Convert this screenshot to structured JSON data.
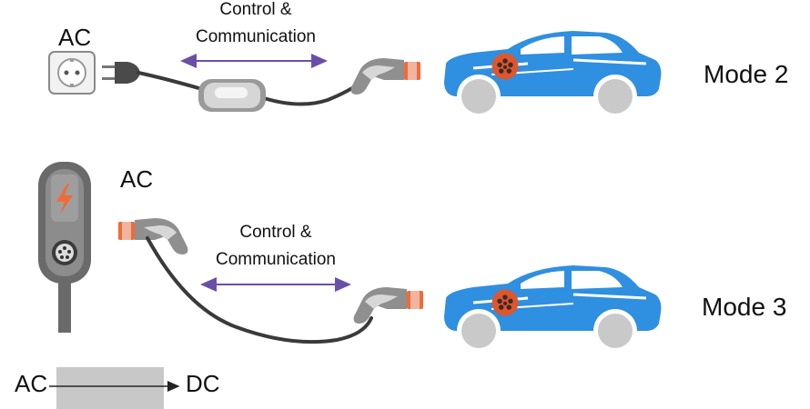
{
  "mode2": {
    "source_label": "AC",
    "link_label_line1": "Control &",
    "link_label_line2": "Communication",
    "mode_label": "Mode 2"
  },
  "mode3": {
    "source_label": "AC",
    "link_label_line1": "Control &",
    "link_label_line2": "Communication",
    "mode_label": "Mode 3"
  },
  "converter": {
    "input_label": "AC",
    "output_label": "DC"
  },
  "colors": {
    "car_body": "#2f8fe0",
    "car_wheel": "#c9c9c9",
    "car_inlet": "#e0562a",
    "arrow": "#6a4fa8",
    "cable": "#3a3a3a",
    "plug_gray": "#8f8f8f",
    "plug_accent": "#ef6b3a",
    "converter_box": "#c8c8c8",
    "wallbox": "#6a6a6a"
  },
  "icons": [
    "wall-socket-icon",
    "control-box-icon",
    "connector-icon",
    "car-icon",
    "wallbox-icon",
    "lightning-icon"
  ]
}
